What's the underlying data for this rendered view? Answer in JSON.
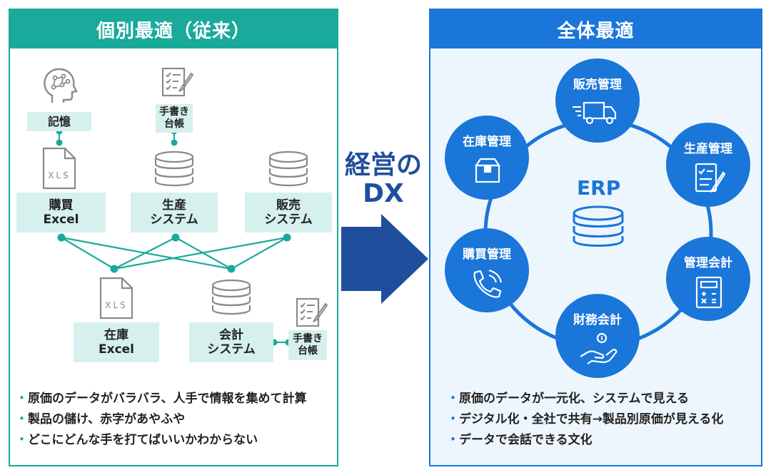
{
  "left": {
    "title": "個別最適（従来）",
    "memory_label": "記憶",
    "handwritten_label_1": [
      "手書き",
      "台帳"
    ],
    "handwritten_label_2": [
      "手書き",
      "台帳"
    ],
    "xls_text": "XLS",
    "purchasing": [
      "購買",
      "Excel"
    ],
    "production": [
      "生産",
      "システム"
    ],
    "sales": [
      "販売",
      "システム"
    ],
    "inventory": [
      "在庫",
      "Excel"
    ],
    "accounting": [
      "会計",
      "システム"
    ],
    "bullets": [
      "原価のデータがバラバラ、人手で情報を集めて計算",
      "製品の儲け、赤字があやふや",
      "どこにどんな手を打てばいいかわからない"
    ]
  },
  "center": {
    "title_line1": "経営の",
    "title_line2": "DX"
  },
  "right": {
    "title": "全体最適",
    "erp_label": "ERP",
    "nodes": {
      "sales": "販売管理",
      "production": "生産管理",
      "management_accounting": "管理会計",
      "financial_accounting": "財務会計",
      "purchasing": "購買管理",
      "inventory": "在庫管理"
    },
    "bullets": [
      "原価のデータが一元化、システムで見える",
      "デジタル化・全社で共有→製品別原価が見える化",
      "データで会話できる文化"
    ]
  },
  "colors": {
    "teal": "#1aaa9c",
    "teal_light": "#d6f0ee",
    "blue": "#1a76d9",
    "blue_light": "#eef6fd",
    "navy": "#1f4e9c",
    "arrow": "#1f4e9c",
    "icon_gray": "#8a8a8a"
  }
}
